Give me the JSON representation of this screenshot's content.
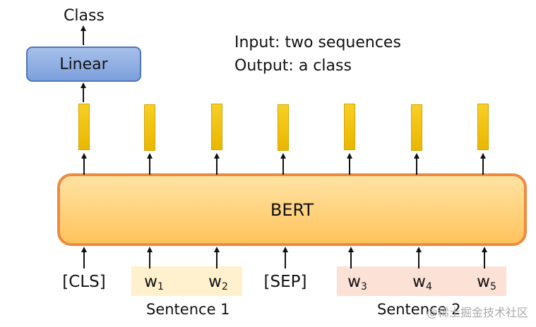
{
  "output_label": "Class",
  "linear_label": "Linear",
  "description": {
    "input_line": "Input: two sequences",
    "output_line": "Output: a class"
  },
  "bert_label": "BERT",
  "tokens": [
    {
      "base": "[CLS]",
      "sub": ""
    },
    {
      "base": "w",
      "sub": "1"
    },
    {
      "base": "w",
      "sub": "2"
    },
    {
      "base": "[SEP]",
      "sub": ""
    },
    {
      "base": "w",
      "sub": "3"
    },
    {
      "base": "w",
      "sub": "4"
    },
    {
      "base": "w",
      "sub": "5"
    }
  ],
  "sentence_labels": [
    "Sentence 1",
    "Sentence 2"
  ],
  "watermark": "@稀土掘金技术社区",
  "colors": {
    "linear_fill": "#8eaee3",
    "vector_fill": "#f2c40f",
    "bert_fill": "#ffd27a",
    "bert_border": "#ee8a3e",
    "sentence1_bg": "#fff1cd",
    "sentence2_bg": "#fbe1d6"
  }
}
